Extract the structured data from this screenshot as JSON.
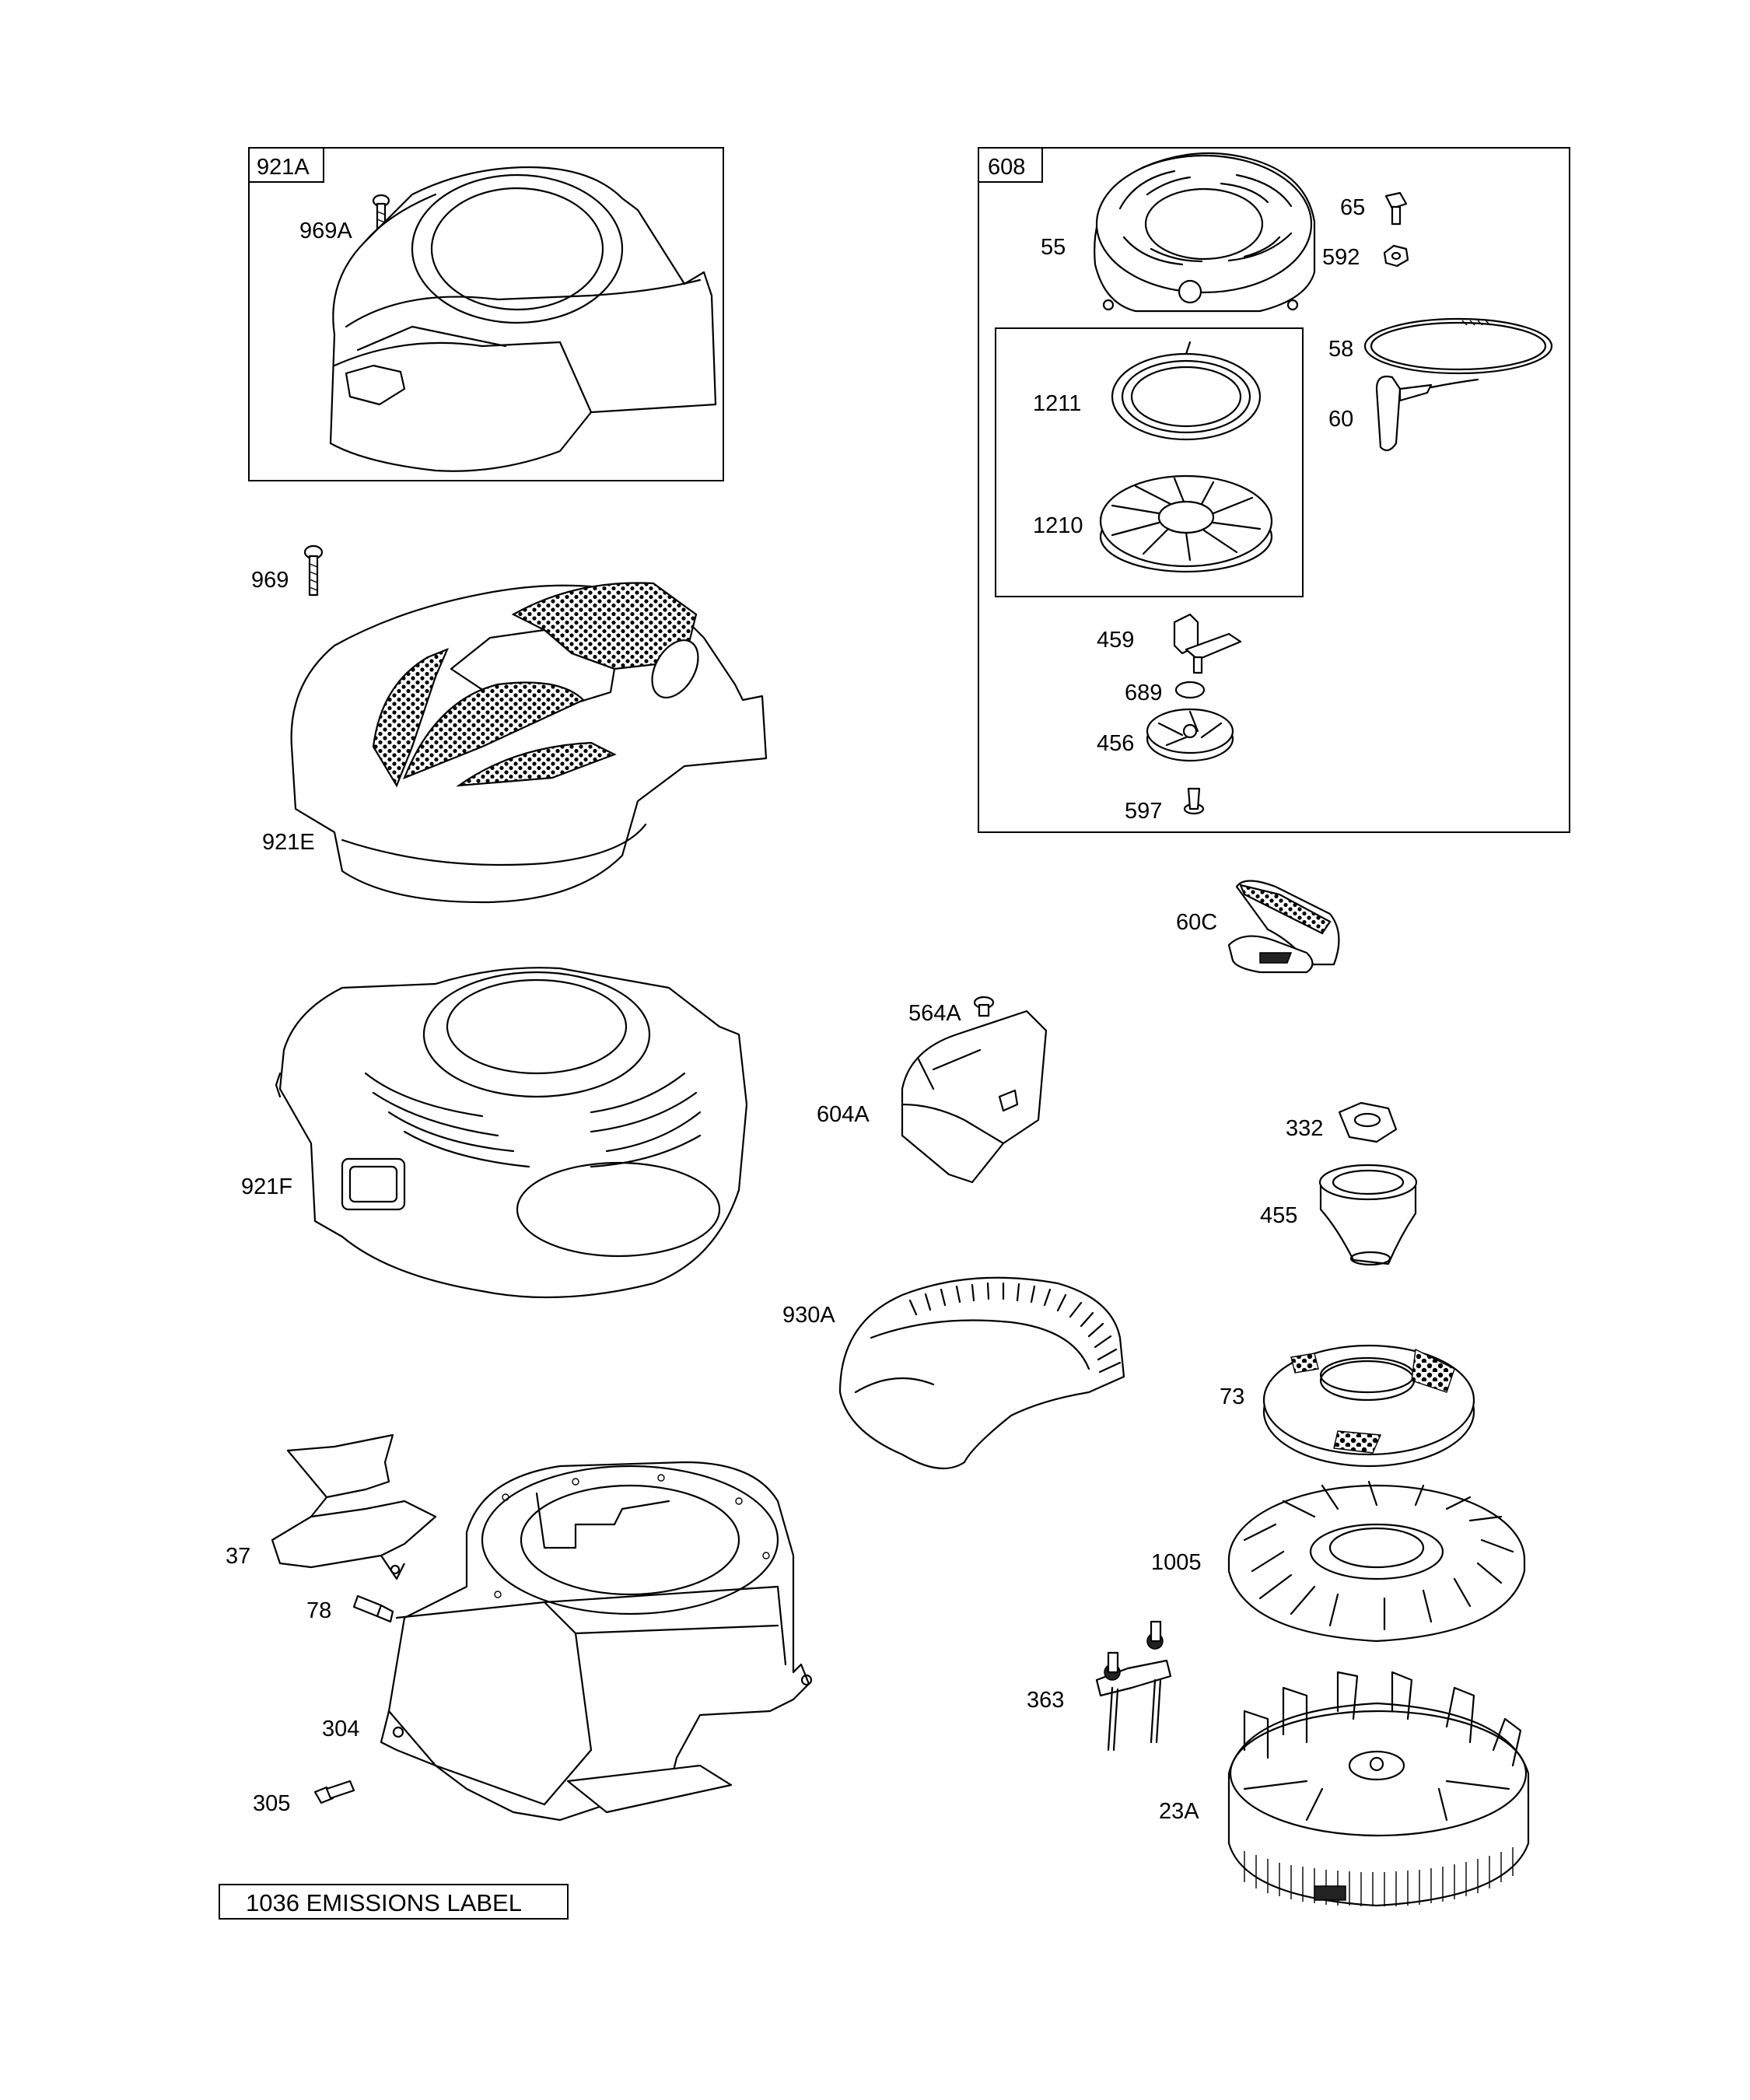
{
  "boxes": {
    "box_921A": {
      "label": "921A"
    },
    "box_608": {
      "label": "608"
    }
  },
  "labels": {
    "l969A": "969A",
    "l969": "969",
    "l921E": "921E",
    "l921F": "921F",
    "l55": "55",
    "l65": "65",
    "l592": "592",
    "l58": "58",
    "l60": "60",
    "l1211": "1211",
    "l1210": "1210",
    "l459": "459",
    "l689": "689",
    "l456": "456",
    "l597": "597",
    "l60C": "60C",
    "l564A": "564A",
    "l604A": "604A",
    "l332": "332",
    "l455": "455",
    "l930A": "930A",
    "l73": "73",
    "l37": "37",
    "l78": "78",
    "l1005": "1005",
    "l304": "304",
    "l363": "363",
    "l305": "305",
    "l23A": "23A"
  },
  "footer": {
    "emissions_label": "1036 EMISSIONS LABEL"
  }
}
